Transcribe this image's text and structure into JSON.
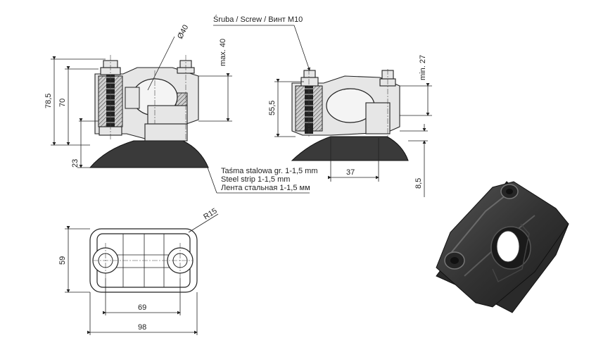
{
  "labels": {
    "screw": "Śruba / Screw / Винт M10",
    "strip_pl": "Taśma stalowa gr. 1-1,5 mm",
    "strip_en": "Steel strip 1-1,5 mm",
    "strip_ru": "Лента стальная 1-1,5 мм"
  },
  "dimensions": {
    "d40": "Ø40",
    "max40": "max. 40",
    "h785": "78,5",
    "h70": "70",
    "h23": "23",
    "h555": "55,5",
    "min27": "min. 27",
    "w37": "37",
    "h85": "8,5",
    "r15": "R15",
    "h59": "59",
    "w69": "69",
    "w98": "98"
  },
  "colors": {
    "line": "#222222",
    "body": "#e6e6e6",
    "rubber": "#3a3a3a",
    "render": "#333333"
  }
}
